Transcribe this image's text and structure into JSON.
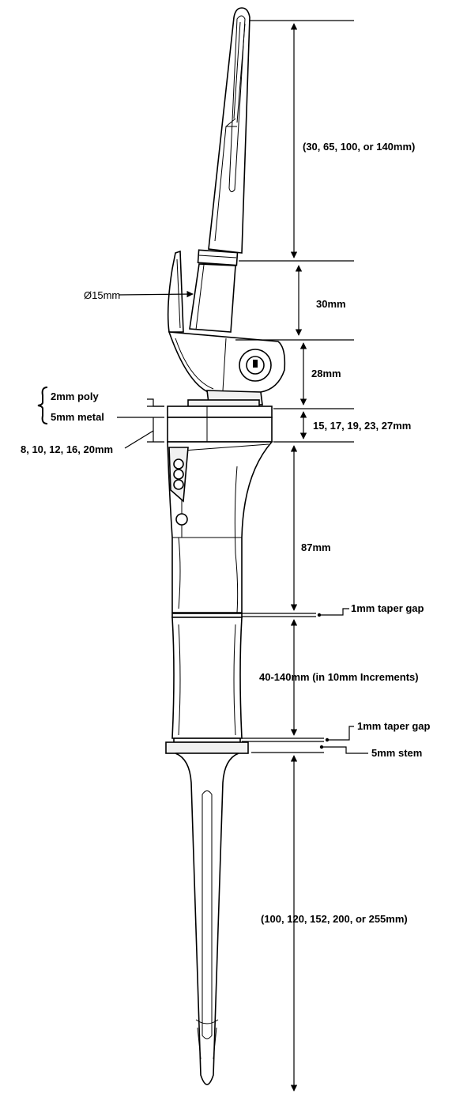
{
  "colors": {
    "line": "#000000",
    "background": "#ffffff",
    "shade": "#f1f1f1"
  },
  "labels": {
    "humeral_segment": "(30, 65, 100, or 140mm)",
    "diameter": "Ø15mm",
    "collar": "30mm",
    "hinge": "28mm",
    "poly": "2mm poly",
    "metal": "5mm metal",
    "spacers_left": "8, 10, 12, 16, 20mm",
    "spacers_right": "15, 17, 19, 23, 27mm",
    "body": "87mm",
    "taper_gap_1": "1mm taper gap",
    "extension": "40-140mm (in 10mm Increments)",
    "taper_gap_2": "1mm taper gap",
    "stem_collar": "5mm stem",
    "stem": "(100, 120, 152, 200, or 255mm)"
  }
}
